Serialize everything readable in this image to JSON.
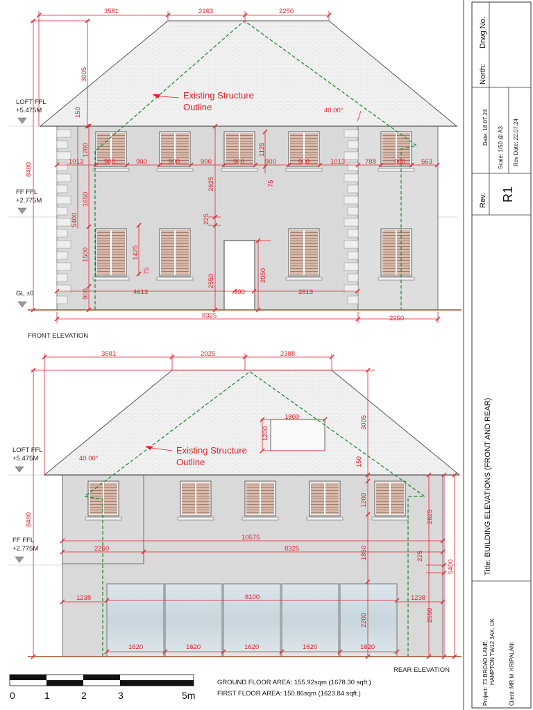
{
  "levels": {
    "loft_name": "LOFT FFL",
    "loft_value": "+5.475M",
    "ff_name": "FF FFL",
    "ff_value": "+2.775M",
    "gl": "GL ±0"
  },
  "front": {
    "caption": "FRONT ELEVATION",
    "note_line1": "Existing Structure",
    "note_line2": "Outline",
    "angle": "40.00°",
    "top_dims": [
      "3581",
      "2163",
      "2250"
    ],
    "window_row_dims": [
      "1013",
      "900",
      "900",
      "900",
      "900",
      "900",
      "900",
      "900",
      "1013",
      "788",
      "900",
      "563"
    ],
    "vert_dims": [
      "3005",
      "8480",
      "150",
      "1200",
      "1650",
      "5400",
      "1500",
      "900",
      "1125",
      "75",
      "2625",
      "225",
      "1425",
      "75",
      "2550",
      "2050"
    ],
    "ground_dims": [
      "4613",
      "900",
      "2813"
    ],
    "bottom_dims": [
      "8325",
      "2250"
    ]
  },
  "rear": {
    "caption": "REAR ELEVATION",
    "note_line1": "Existing Structure",
    "note_line2": "Outline",
    "angle": "40.00°",
    "top_dims": [
      "3581",
      "2025",
      "2388"
    ],
    "rooflight_dims": [
      "1800",
      "1200"
    ],
    "vert_dims": [
      "8480",
      "3005",
      "150",
      "1200",
      "2625",
      "1850",
      "225",
      "5400",
      "2200",
      "2550"
    ],
    "horiz_dims": [
      "10575",
      "2250",
      "8325"
    ],
    "glazing_dims": [
      "1238",
      "8100",
      "1238"
    ],
    "panel_dims": [
      "1620",
      "1620",
      "1620",
      "1620",
      "1620"
    ]
  },
  "scale_bar": {
    "labels": [
      "0",
      "1",
      "2",
      "3",
      "5m"
    ]
  },
  "areas": {
    "ground": "GROUND FLOOR AREA: 155.92sqm (1678.30 sqft.)",
    "first": "FIRST FLOOR AREA: 150.86sqm (1623.84 sqft.)"
  },
  "title_block": {
    "north": "North:",
    "drawing_no": "Drwg No.",
    "date": "Date: 18.07.24",
    "scale": "Scale: 1/50 @ A3",
    "rev_date": "Rev Date: 22.07.24",
    "rev_label": "Rev.",
    "rev_value": "R1",
    "title": "Title:  BUILDING ELEVATIONS (FRONT AND REAR)",
    "project_label": "Project:",
    "project_line1": "73 BROAD LANE,",
    "project_line2": "HAMPTON TW12 3AX, UK",
    "client": "Client: MR M. KRIPALANI"
  },
  "colors": {
    "dimension": "#e0202a",
    "roof": "#f1f1f1",
    "wall": "#d8d8d8",
    "ground": "#a0522d",
    "outline": "#1e8c2e",
    "shutter": "#d8b8a8"
  }
}
